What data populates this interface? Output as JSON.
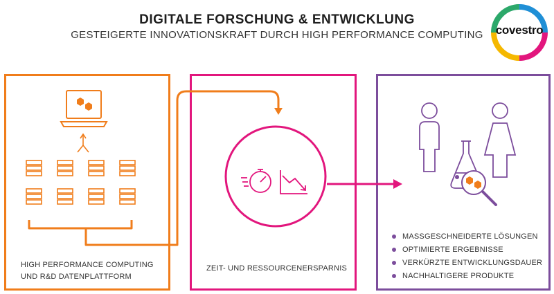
{
  "header": {
    "title": "DIGITALE FORSCHUNG & ENTWICKLUNG",
    "subtitle": "GESTEIGERTE INNOVATIONSKRAFT DURCH HIGH PERFORMANCE COMPUTING"
  },
  "logo": {
    "text": "covestro"
  },
  "panels": {
    "hpc": {
      "caption_line1": "HIGH PERFORMANCE COMPUTING",
      "caption_line2": "UND R&D DATENPLATTFORM",
      "icons": [
        "laptop-icon",
        "hexagon-molecule-icon",
        "split-arrow-icon",
        "server-rack-icon"
      ]
    },
    "savings": {
      "caption": "ZEIT- UND RESSOURCENERSPARNIS",
      "icons": [
        "stopwatch-icon",
        "declining-chart-icon"
      ]
    },
    "results": {
      "benefits": [
        "MASSGESCHNEIDERTE LÖSUNGEN",
        "OPTIMIERTE ERGEBNISSE",
        "VERKÜRZTE ENTWICKLUNGSDAUER",
        "NACHHALTIGERE PRODUKTE"
      ],
      "icons": [
        "person-icon",
        "flask-icon",
        "magnifier-icon"
      ]
    }
  },
  "colors": {
    "orange": "#f07d1b",
    "magenta": "#e2167d",
    "purple": "#7c4d9c"
  }
}
